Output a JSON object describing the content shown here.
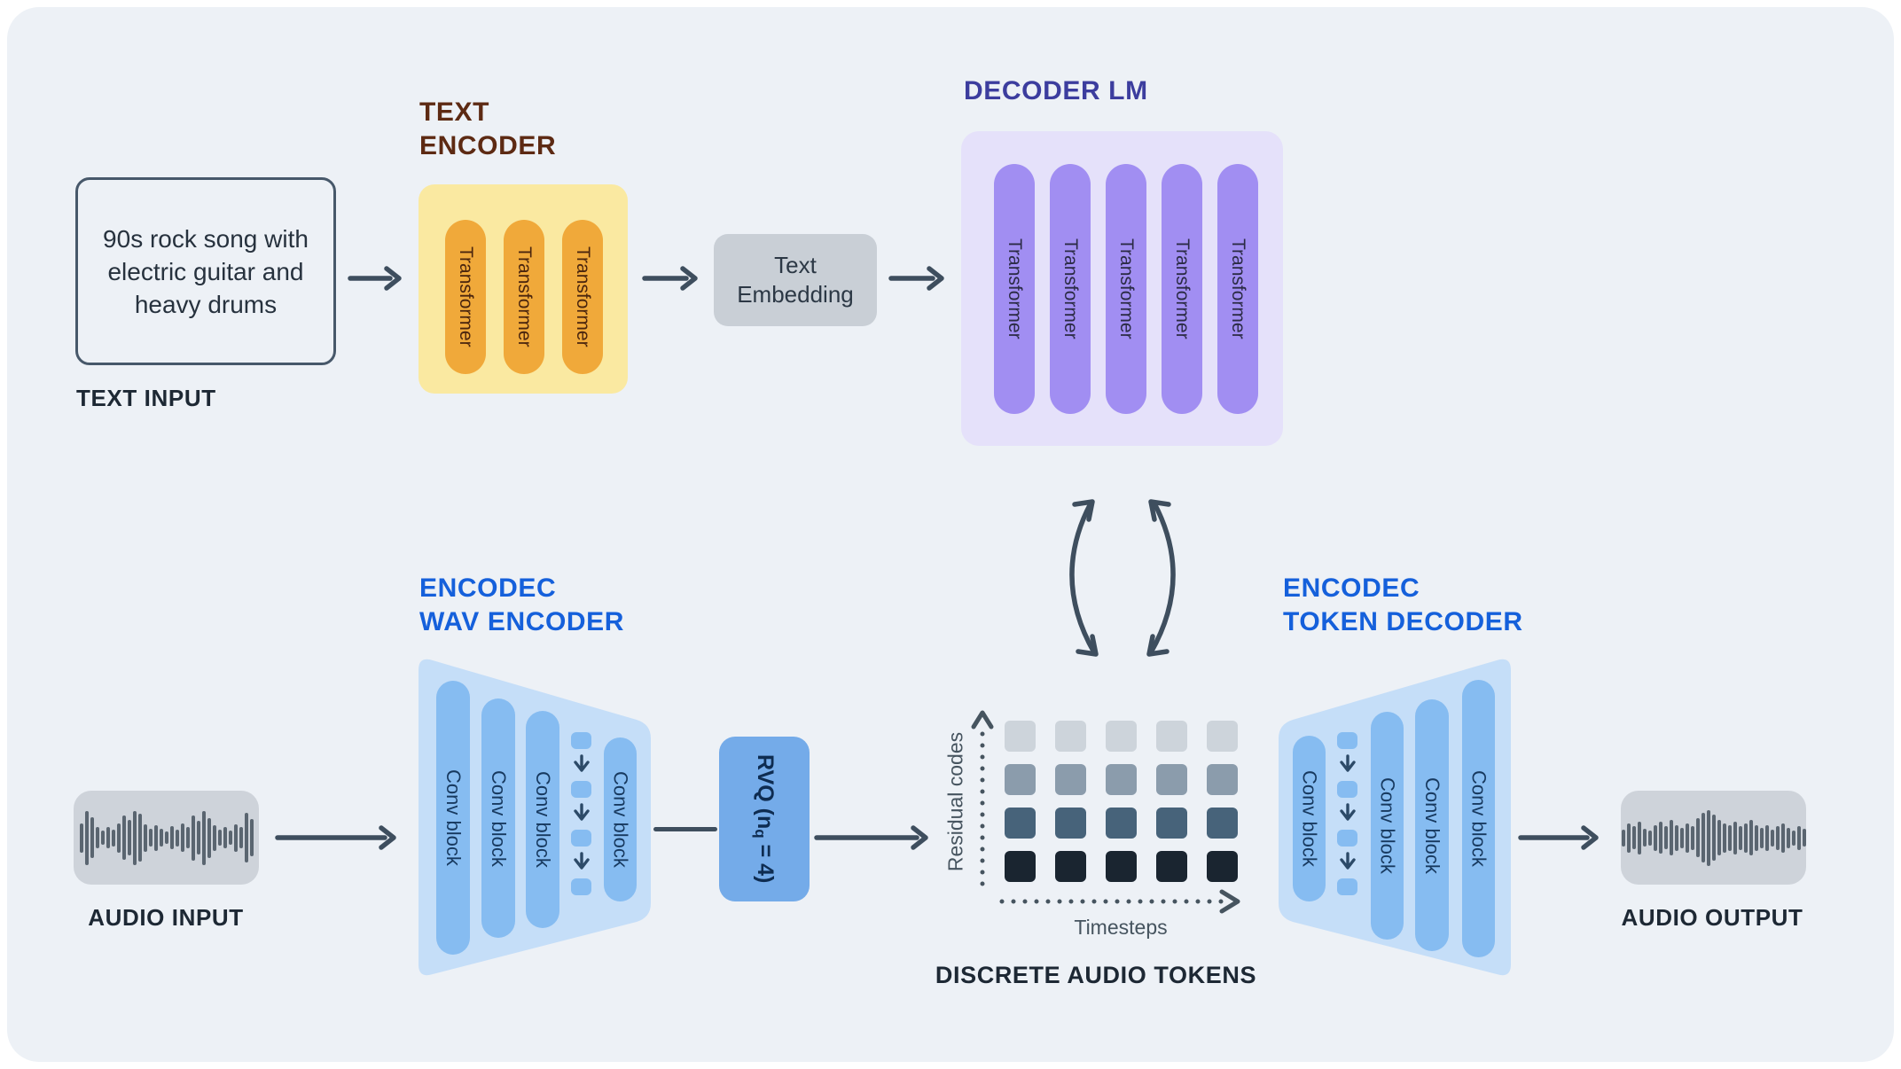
{
  "diagram": {
    "text_input": {
      "label": "TEXT INPUT",
      "prompt": "90s rock song with electric guitar and heavy drums"
    },
    "text_encoder": {
      "title": "TEXT\nENCODER",
      "blocks": [
        "Transformer",
        "Transformer",
        "Transformer"
      ]
    },
    "text_embedding": {
      "label": "Text Embedding"
    },
    "decoder_lm": {
      "title": "DECODER LM",
      "blocks": [
        "Transformer",
        "Transformer",
        "Transformer",
        "Transformer",
        "Transformer"
      ]
    },
    "encodec_wav_encoder": {
      "title": "ENCODEC\nWAV ENCODER",
      "blocks": [
        "Conv block",
        "Conv block",
        "Conv block",
        "Conv block"
      ]
    },
    "rvq": {
      "label_prefix": "RVQ (n",
      "label_sub": "q",
      "label_suffix": " = 4)"
    },
    "discrete_audio_tokens": {
      "label": "DISCRETE AUDIO TOKENS",
      "y_axis_label": "Residual codes",
      "x_axis_label": "Timesteps",
      "grid": {
        "rows": 4,
        "cols": 5,
        "row_colors": [
          "#CDD4DB",
          "#8B9CAC",
          "#47637A",
          "#1A2530"
        ]
      }
    },
    "encodec_token_decoder": {
      "title": "ENCODEC\nTOKEN DECODER",
      "blocks": [
        "Conv block",
        "Conv block",
        "Conv block",
        "Conv block"
      ]
    },
    "audio_input": {
      "label": "AUDIO INPUT",
      "waveform": [
        0.52,
        0.95,
        0.72,
        0.38,
        0.25,
        0.38,
        0.3,
        0.52,
        0.78,
        0.62,
        0.95,
        0.85,
        0.48,
        0.32,
        0.45,
        0.32,
        0.22,
        0.4,
        0.3,
        0.5,
        0.38,
        0.8,
        0.6,
        0.95,
        0.7,
        0.45,
        0.28,
        0.38,
        0.25,
        0.48,
        0.38,
        0.88,
        0.66
      ]
    },
    "audio_output": {
      "label": "AUDIO OUTPUT",
      "waveform": [
        0.3,
        0.52,
        0.4,
        0.58,
        0.32,
        0.26,
        0.46,
        0.56,
        0.4,
        0.62,
        0.46,
        0.36,
        0.52,
        0.42,
        0.68,
        0.88,
        0.98,
        0.82,
        0.62,
        0.52,
        0.46,
        0.58,
        0.42,
        0.52,
        0.62,
        0.46,
        0.36,
        0.46,
        0.3,
        0.42,
        0.52,
        0.36,
        0.26,
        0.42,
        0.32
      ]
    },
    "colors": {
      "background_panel": "#EDF1F6",
      "arrow": "#3E4E5E",
      "text_encoder_accent": "#F0A93A",
      "decoder_lm_accent": "#A18EF2",
      "encodec_accent": "#86BCF1",
      "label_brown": "#5D2A13",
      "label_indigo": "#3C3D9E",
      "label_blue": "#1560DB"
    }
  }
}
